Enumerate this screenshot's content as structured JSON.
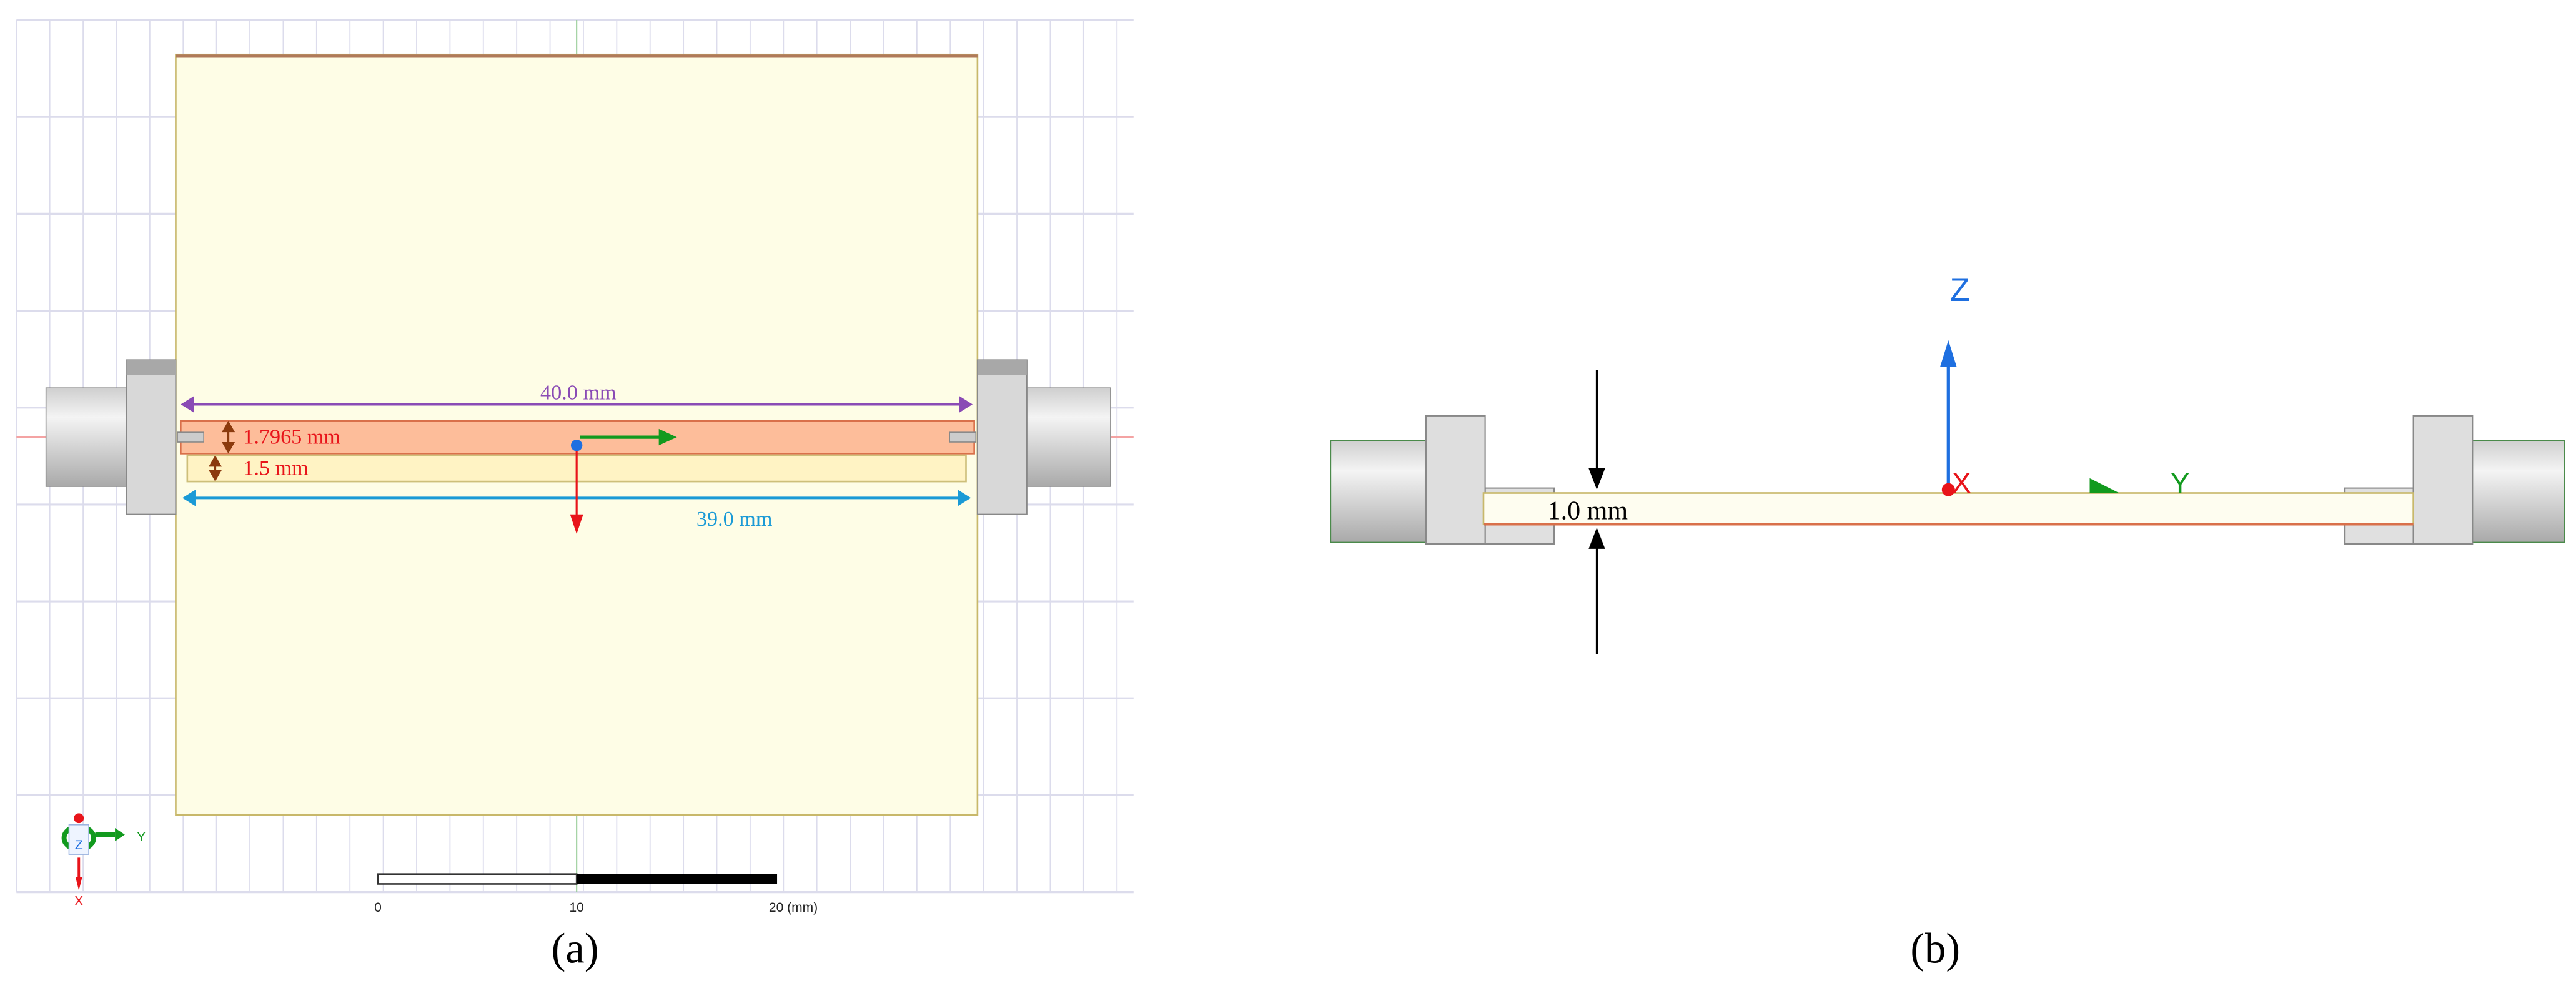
{
  "panel_a": {
    "caption": "(a)",
    "dimensions": {
      "width_outer": "40.0 mm",
      "width_inner": "39.0 mm",
      "strip_height": "1.7965 mm",
      "gap_height": "1.5 mm"
    },
    "scale_bar": {
      "labels": [
        "0",
        "10",
        "20 (mm)"
      ]
    },
    "triad": {
      "x": "X",
      "y": "Y",
      "z": "Z"
    },
    "colors": {
      "substrate": "#fefde6",
      "strip": "#fdbd9a",
      "gap": "#fff3c4",
      "dim_outer": "#8a4bb5",
      "dim_inner": "#1a9ad6",
      "dim_vertical": "#8b3a0e",
      "label_red": "#e8141a"
    }
  },
  "panel_b": {
    "caption": "(b)",
    "thickness": "1.0 mm",
    "axes": {
      "z": "Z",
      "x": "X",
      "y": "Y"
    },
    "colors": {
      "z_axis": "#1e6fe0",
      "x_axis": "#e8141a",
      "y_axis": "#129a1e"
    }
  }
}
